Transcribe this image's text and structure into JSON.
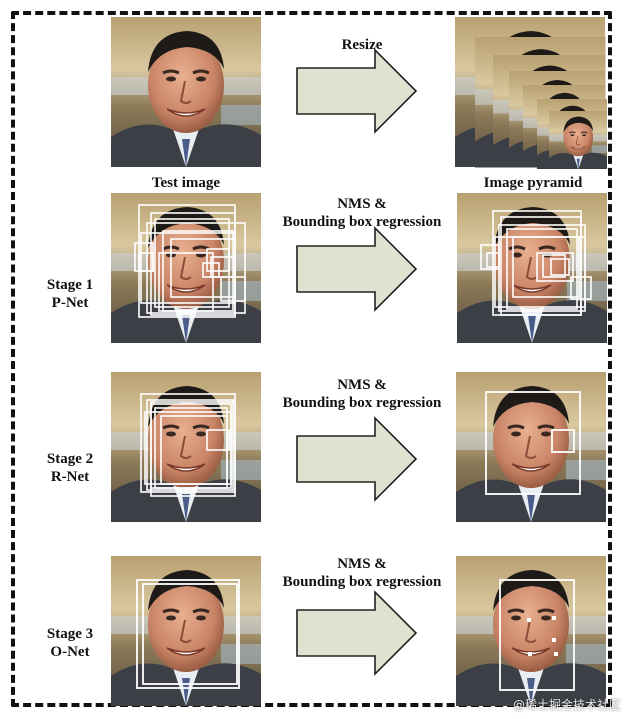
{
  "labels": {
    "resize": "Resize",
    "test_image": "Test image",
    "image_pyramid": "Image pyramid",
    "nms_line1": "NMS &",
    "nms_line2": "Bounding box regression"
  },
  "stages": [
    {
      "line1": "Stage 1",
      "line2": "P-Net"
    },
    {
      "line1": "Stage 2",
      "line2": "R-Net"
    },
    {
      "line1": "Stage 3",
      "line2": "O-Net"
    }
  ],
  "watermark": "@稀土掘金技术社区",
  "colors": {
    "arrow_fill": "#dde3cf",
    "arrow_stroke": "#222222",
    "box_stroke": "#ffffff",
    "dash": "#111111"
  }
}
